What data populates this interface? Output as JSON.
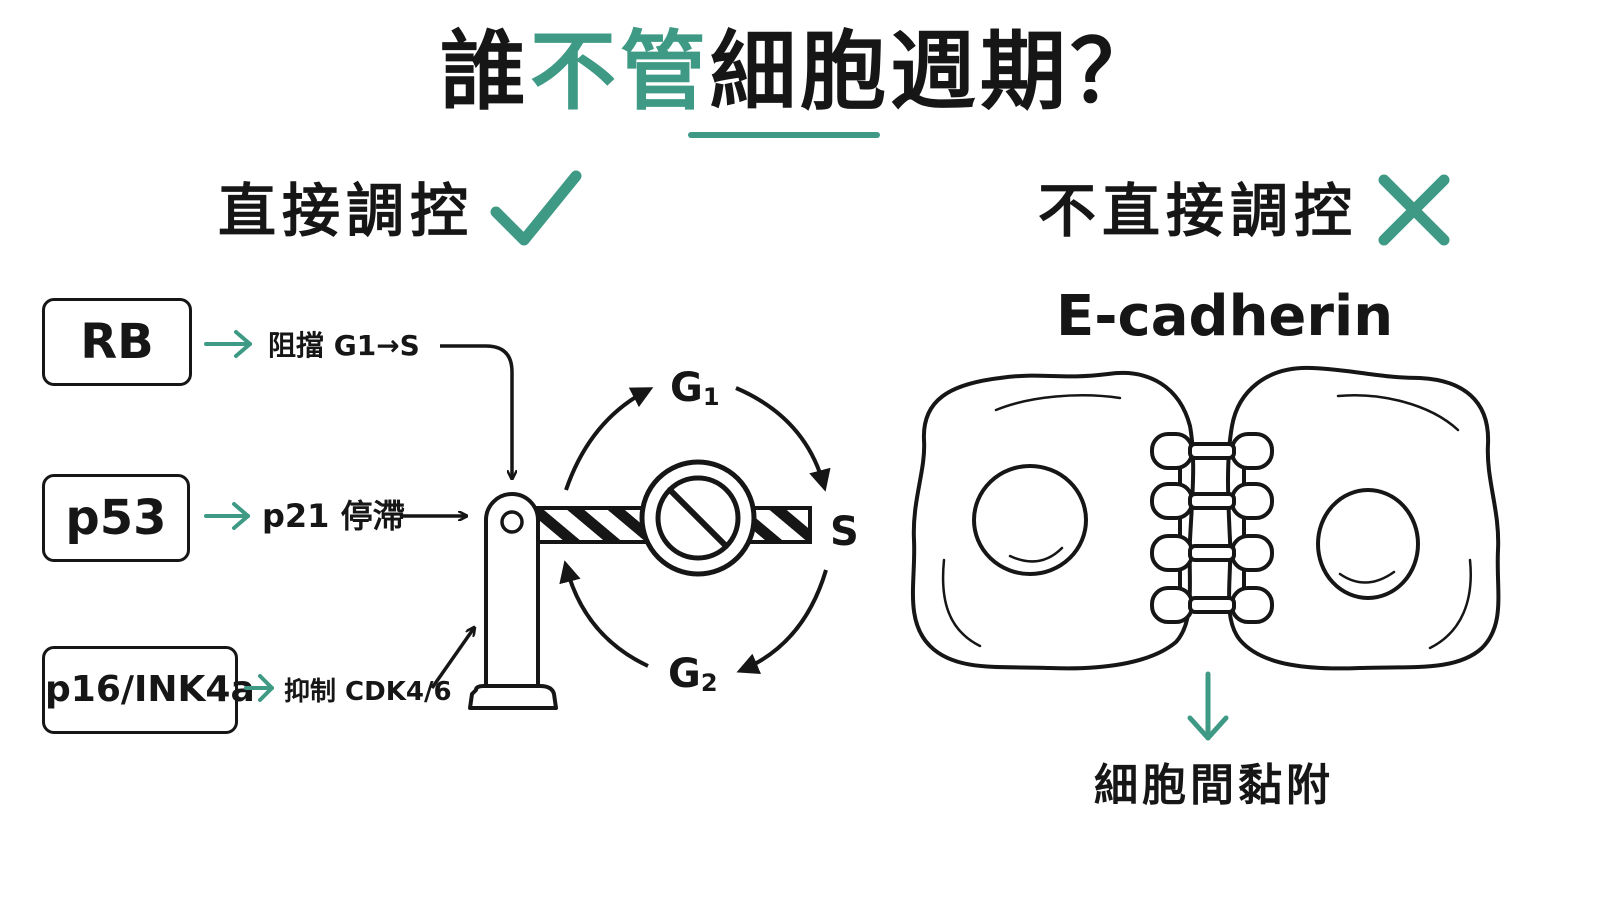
{
  "title": {
    "prefix": "誰",
    "accent": "不管",
    "suffix": "細胞週期？"
  },
  "left_heading": "直接調控",
  "right_heading": "不直接調控",
  "colors": {
    "accent": "#3f9a85",
    "ink": "#161616"
  },
  "regulators": [
    {
      "name": "RB",
      "effect": "阻擋 G1→S"
    },
    {
      "name": "p53",
      "effect": "p21 停滯"
    },
    {
      "name": "p16/INK4a",
      "effect": "抑制 CDK4/6"
    }
  ],
  "cell_cycle": {
    "phases": {
      "g1": {
        "letter": "G",
        "sub": "1"
      },
      "s": {
        "letter": "S"
      },
      "g2": {
        "letter": "G",
        "sub": "2"
      }
    },
    "icons": [
      "barrier-gate-icon",
      "prohibited-icon"
    ]
  },
  "non_regulator": {
    "protein": "E-cadherin",
    "function": "細胞間黏附"
  },
  "icons": {
    "check": "check-icon",
    "cross": "cross-icon"
  }
}
